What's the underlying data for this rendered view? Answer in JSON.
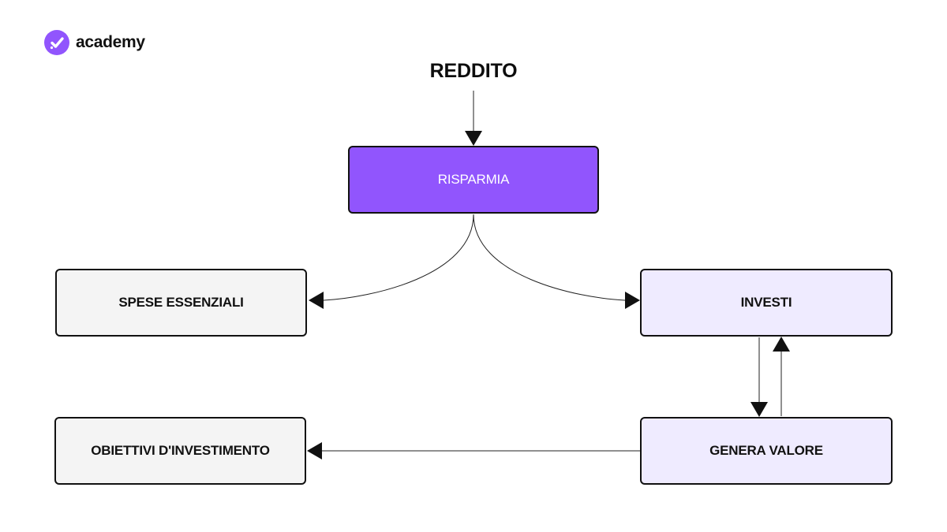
{
  "brand": {
    "name": "academy",
    "icon": "checkmark-icon",
    "color": "#9155fd"
  },
  "diagram": {
    "title": "REDDITO",
    "nodes": {
      "risparmia": "RISPARMIA",
      "spese_essenziali": "SPESE ESSENZIALI",
      "investi": "INVESTI",
      "obiettivi": "OBIETTIVI D'INVESTIMENTO",
      "genera_valore": "GENERA VALORE"
    },
    "edges": [
      {
        "from": "REDDITO",
        "to": "RISPARMIA"
      },
      {
        "from": "RISPARMIA",
        "to": "SPESE ESSENZIALI"
      },
      {
        "from": "RISPARMIA",
        "to": "INVESTI"
      },
      {
        "from": "INVESTI",
        "to": "GENERA VALORE"
      },
      {
        "from": "GENERA VALORE",
        "to": "INVESTI"
      },
      {
        "from": "GENERA VALORE",
        "to": "OBIETTIVI D'INVESTIMENTO"
      }
    ],
    "colors": {
      "primary": "#9155fd",
      "neutral": "#f4f4f4",
      "lilac": "#efebff",
      "stroke": "#111111"
    }
  }
}
